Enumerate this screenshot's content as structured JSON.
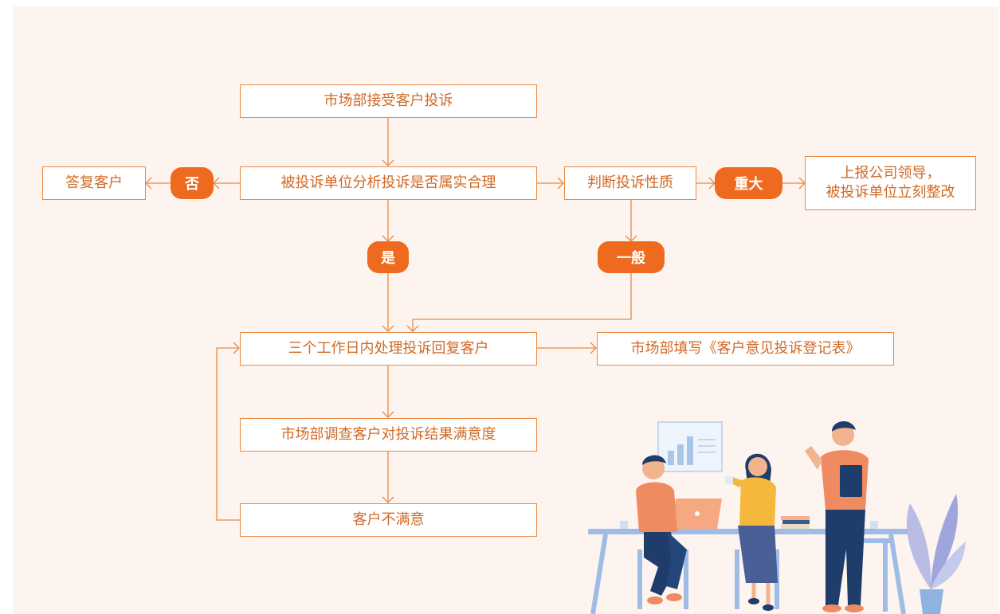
{
  "colors": {
    "line": "#e98a45",
    "text": "#d06a26",
    "pill": "#ee6a1e",
    "background": "#fdf3ef"
  },
  "nodes": {
    "receive": "市场部接受客户投诉",
    "analyze": "被投诉单位分析投诉是否属实合理",
    "reply_customer": "答复客户",
    "judge": "判断投诉性质",
    "report_line1": "上报公司领导，",
    "report_line2": "被投诉单位立刻整改",
    "handle": "三个工作日内处理投诉回复客户",
    "register": "市场部填写《客户意见投诉登记表》",
    "survey": "市场部调查客户对投诉结果满意度",
    "dissatisfied": "客户不满意"
  },
  "labels": {
    "no": "否",
    "yes": "是",
    "major": "重大",
    "general": "一般"
  },
  "illustration": {
    "name": "office-team-illustration"
  }
}
